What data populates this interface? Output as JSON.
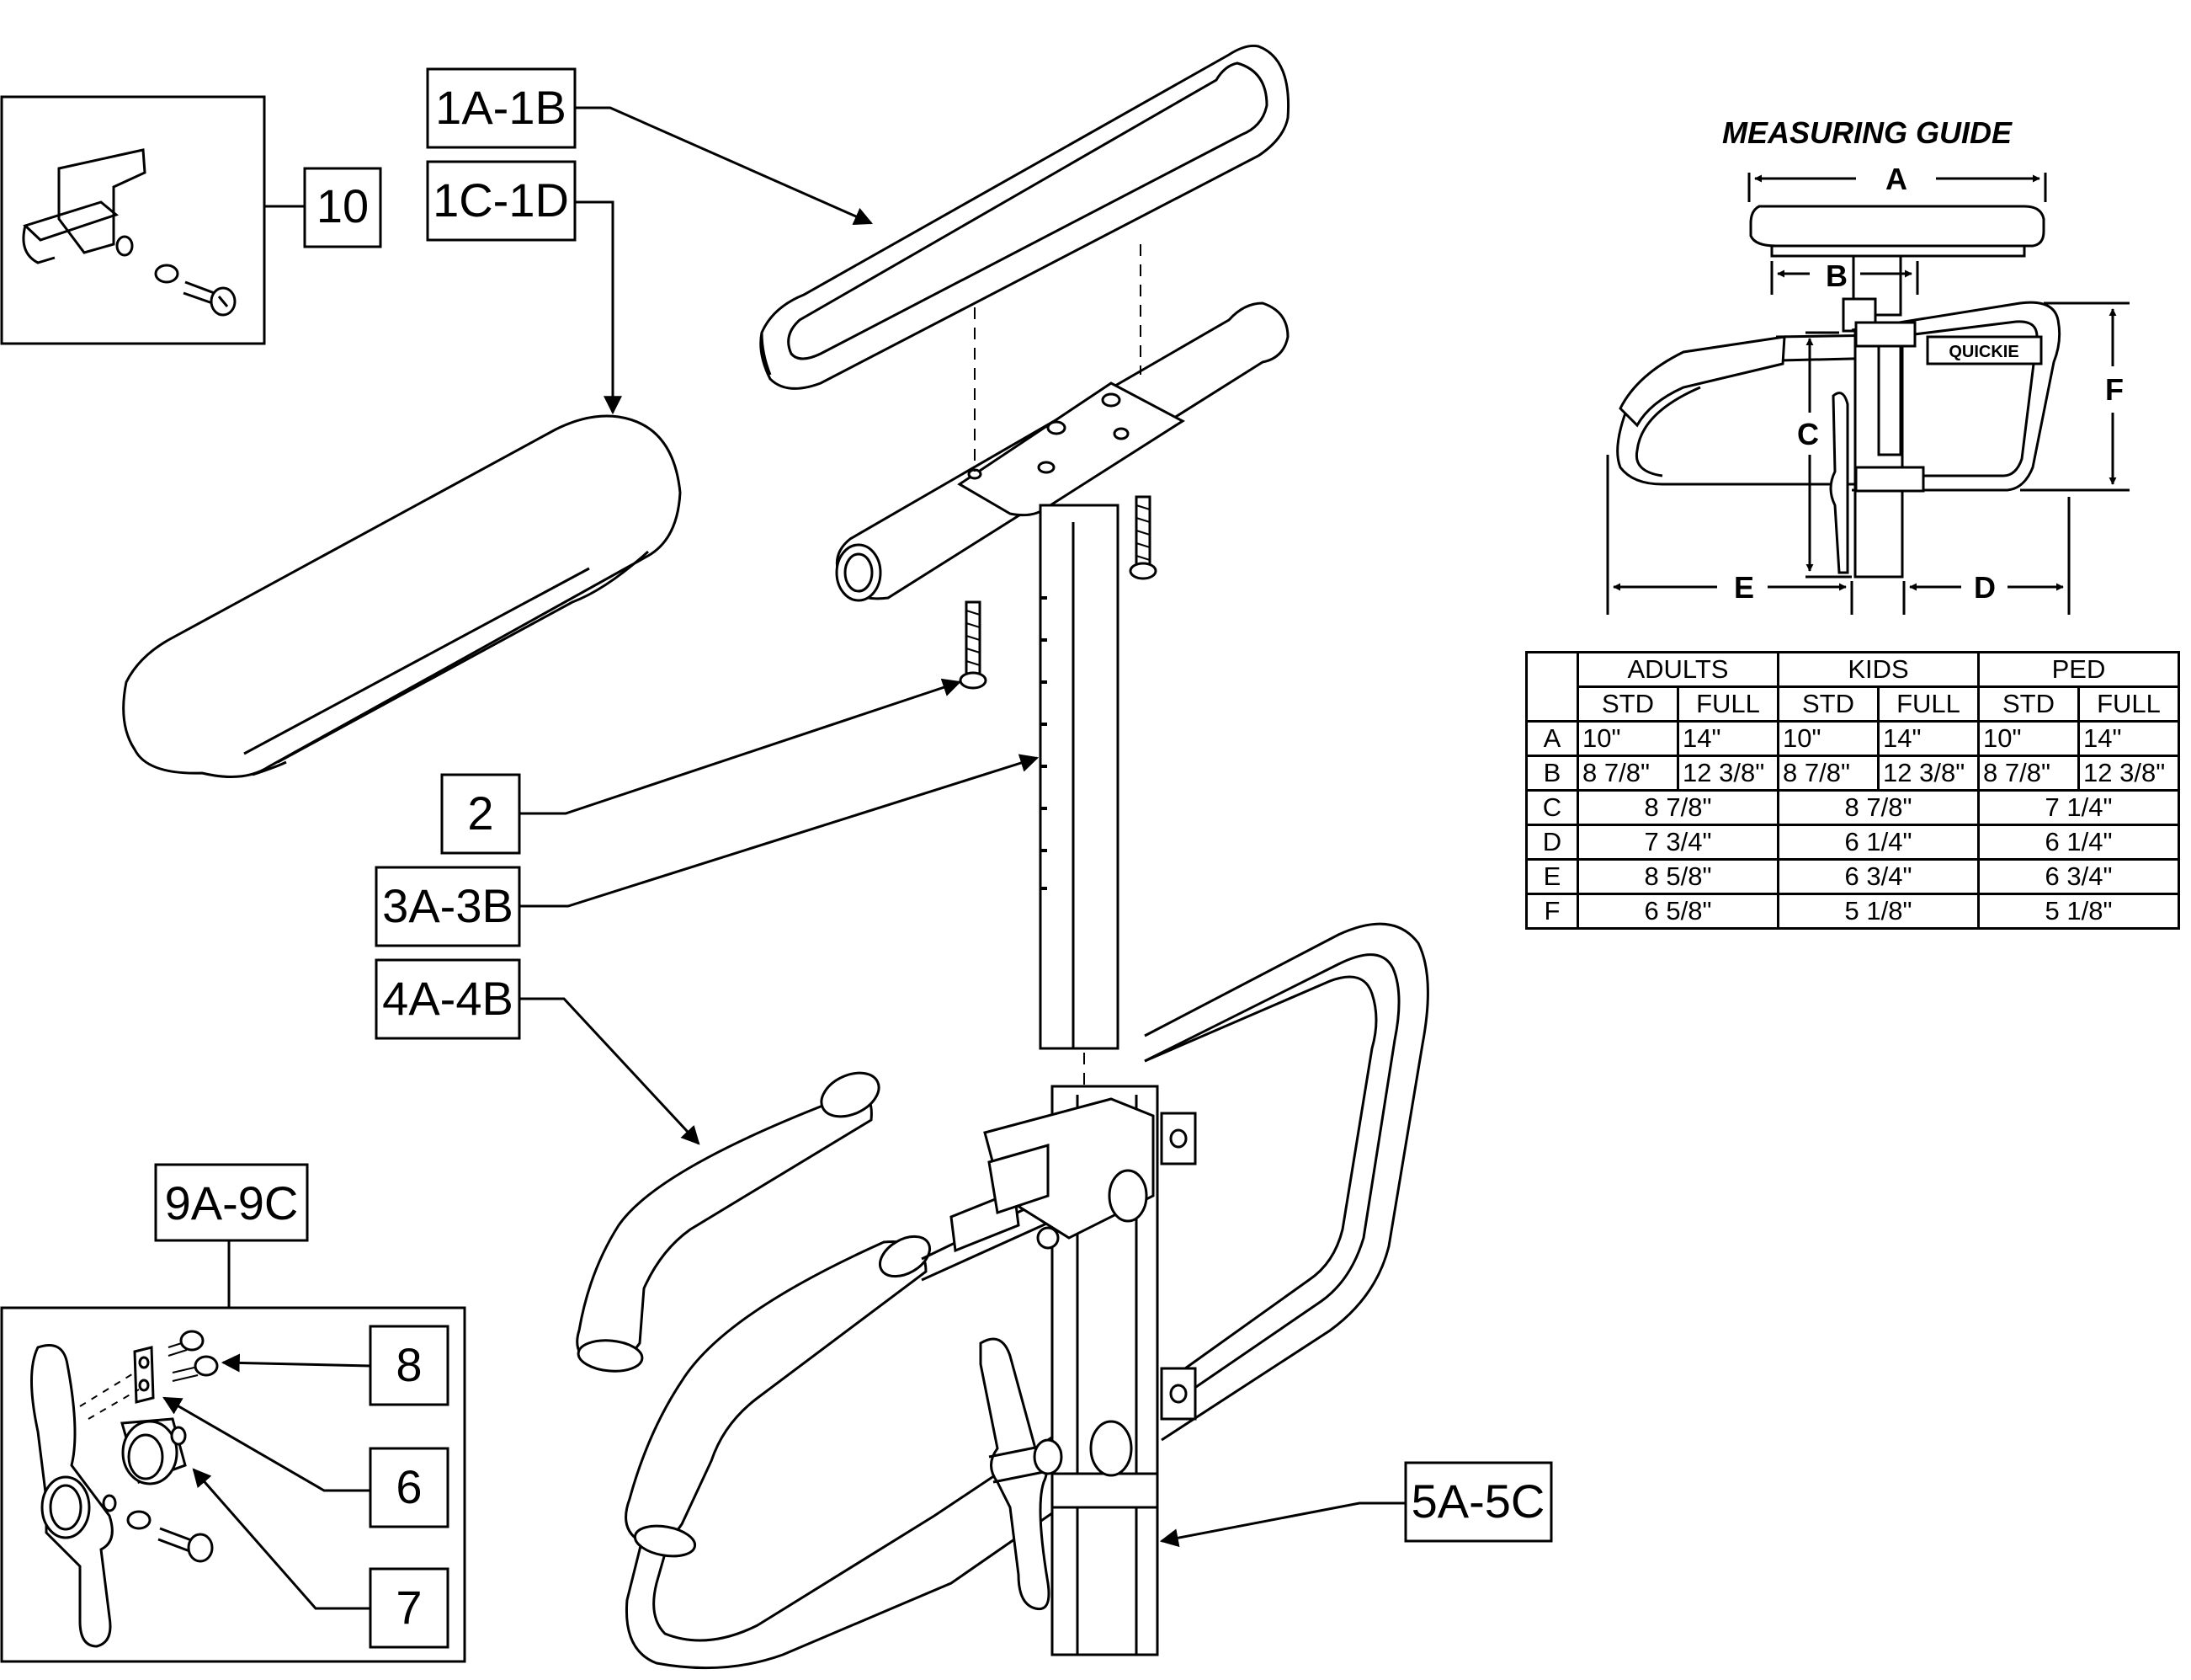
{
  "colors": {
    "ink": "#000000",
    "paper": "#ffffff"
  },
  "callouts": {
    "c_1a_1b": "1A-1B",
    "c_1c_1d": "1C-1D",
    "c_10": "10",
    "c_2": "2",
    "c_3a_3b": "3A-3B",
    "c_4a_4b": "4A-4B",
    "c_9a_9c": "9A-9C",
    "c_8": "8",
    "c_6": "6",
    "c_7": "7",
    "c_5a_5c": "5A-5C"
  },
  "measuring_guide": {
    "title": "MEASURING GUIDE",
    "dims": {
      "a": "A",
      "b": "B",
      "c": "C",
      "d": "D",
      "e": "E",
      "f": "F"
    },
    "logo": "QUICKIE"
  },
  "table": {
    "groups": [
      "ADULTS",
      "KIDS",
      "PED"
    ],
    "sub": [
      "STD",
      "FULL"
    ],
    "rows": [
      {
        "label": "A",
        "values": [
          "10\"",
          "14\"",
          "10\"",
          "14\"",
          "10\"",
          "14\""
        ]
      },
      {
        "label": "B",
        "values": [
          "8 7/8\"",
          "12 3/8\"",
          "8 7/8\"",
          "12 3/8\"",
          "8 7/8\"",
          "12 3/8\""
        ]
      },
      {
        "label": "C",
        "values": [
          "8 7/8\"",
          "8 7/8\"",
          "7 1/4\""
        ]
      },
      {
        "label": "D",
        "values": [
          "7 3/4\"",
          "6 1/4\"",
          "6 1/4\""
        ]
      },
      {
        "label": "E",
        "values": [
          "8 5/8\"",
          "6 3/4\"",
          "6 3/4\""
        ]
      },
      {
        "label": "F",
        "values": [
          "6 5/8\"",
          "5 1/8\"",
          "5 1/8\""
        ]
      }
    ]
  }
}
